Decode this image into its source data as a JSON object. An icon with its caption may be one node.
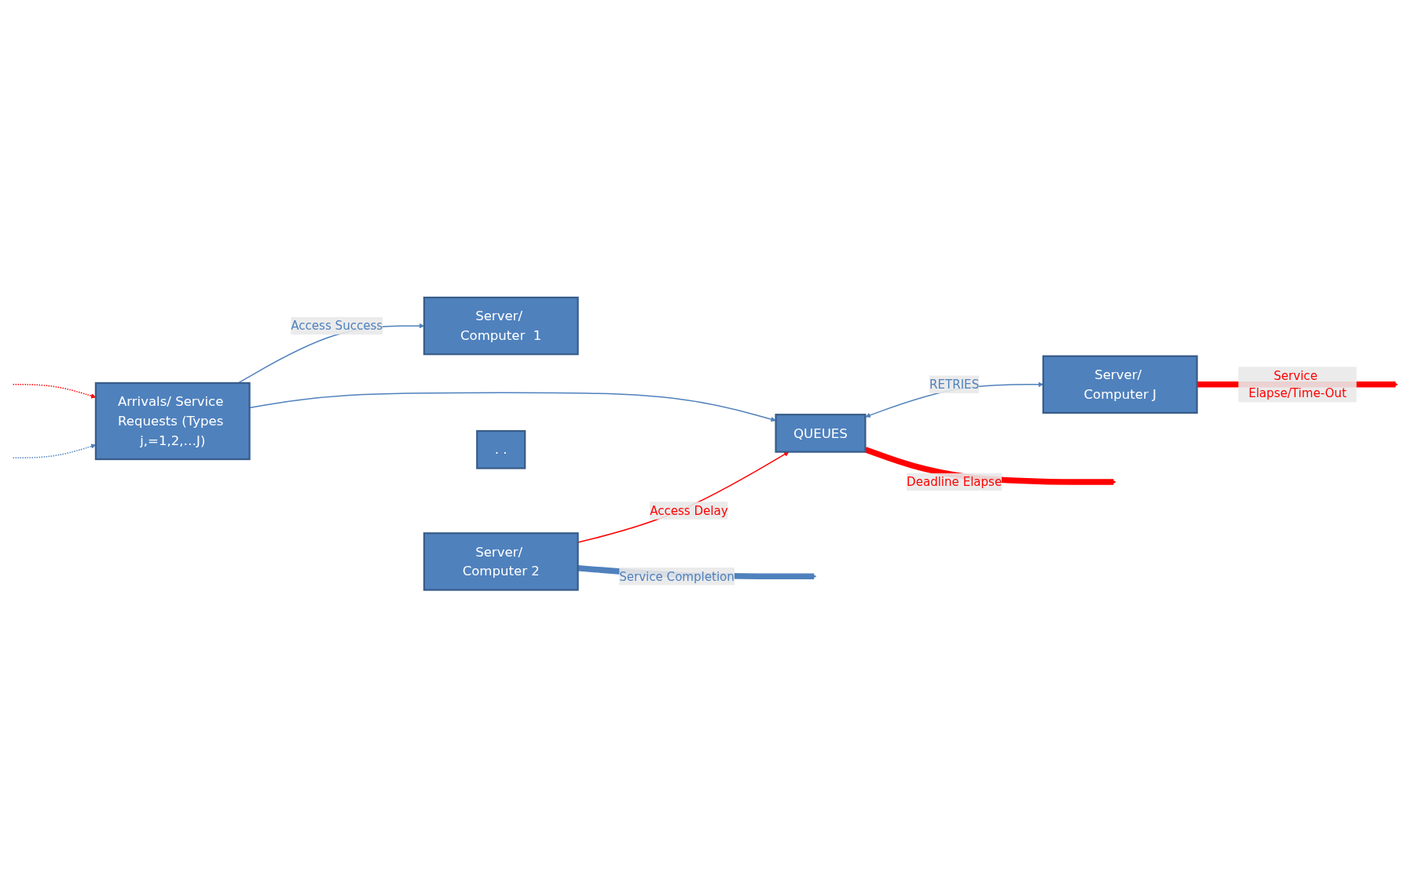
{
  "diagram": {
    "nodes": [
      {
        "text": [
          "Arrivals/ Service Requests (Types j,=1,2,…J)"
        ]
      },
      {
        "text": [
          "Server/ Computer  1"
        ]
      },
      {
        "text": [
          "Server/ Computer 2"
        ]
      },
      {
        "text": [
          ". ."
        ]
      },
      {
        "text": [
          "QUEUES"
        ]
      },
      {
        "text": [
          "Server/ Computer J"
        ]
      }
    ],
    "edges": [
      {
        "from": 0,
        "to": 1,
        "arrow": "to",
        "label": "Access Success"
      },
      {
        "from": 0,
        "to": 4,
        "arrow": "to"
      },
      {
        "from": 2,
        "to": 4,
        "arrow": "to",
        "label": "Access Delay",
        "color": "#ff0000"
      },
      {
        "from": 4,
        "to": 5,
        "arrow": "both",
        "label": "RETRIES"
      },
      {
        "from": 2,
        "to": null,
        "arrow": "to",
        "label": "Service Completion",
        "style": "thick"
      },
      {
        "from": 4,
        "to": null,
        "arrow": "to",
        "label": "Deadline Elapse",
        "style": "thick",
        "color": "#ff0000"
      },
      {
        "from": 5,
        "to": null,
        "arrow": "to",
        "label": "Service Elapse/Time-Out",
        "style": "thick",
        "color": "#ff0000"
      },
      {
        "from": null,
        "to": 0,
        "arrow": "to",
        "style": "dashed",
        "color": "#ff0000"
      },
      {
        "from": null,
        "to": 0,
        "arrow": "to",
        "style": "dashed"
      }
    ]
  }
}
